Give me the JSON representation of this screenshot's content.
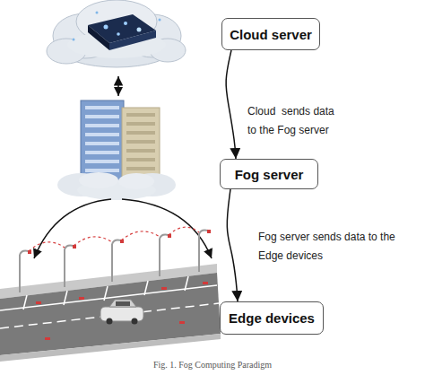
{
  "diagram": {
    "caption": "Fig. 1. Fog Computing Paradigm",
    "nodes": [
      {
        "text": [
          "Cloud server"
        ]
      },
      {
        "text": [
          "Fog server"
        ]
      },
      {
        "text": [
          "Edge devices"
        ]
      }
    ],
    "edges": [
      {
        "from": 0,
        "to": 1,
        "arrow": "to",
        "label": "Cloud  sends data to the Fog server"
      },
      {
        "from": 1,
        "to": 2,
        "arrow": "to",
        "label": "Fog server sends data to the Edge devices"
      }
    ]
  }
}
